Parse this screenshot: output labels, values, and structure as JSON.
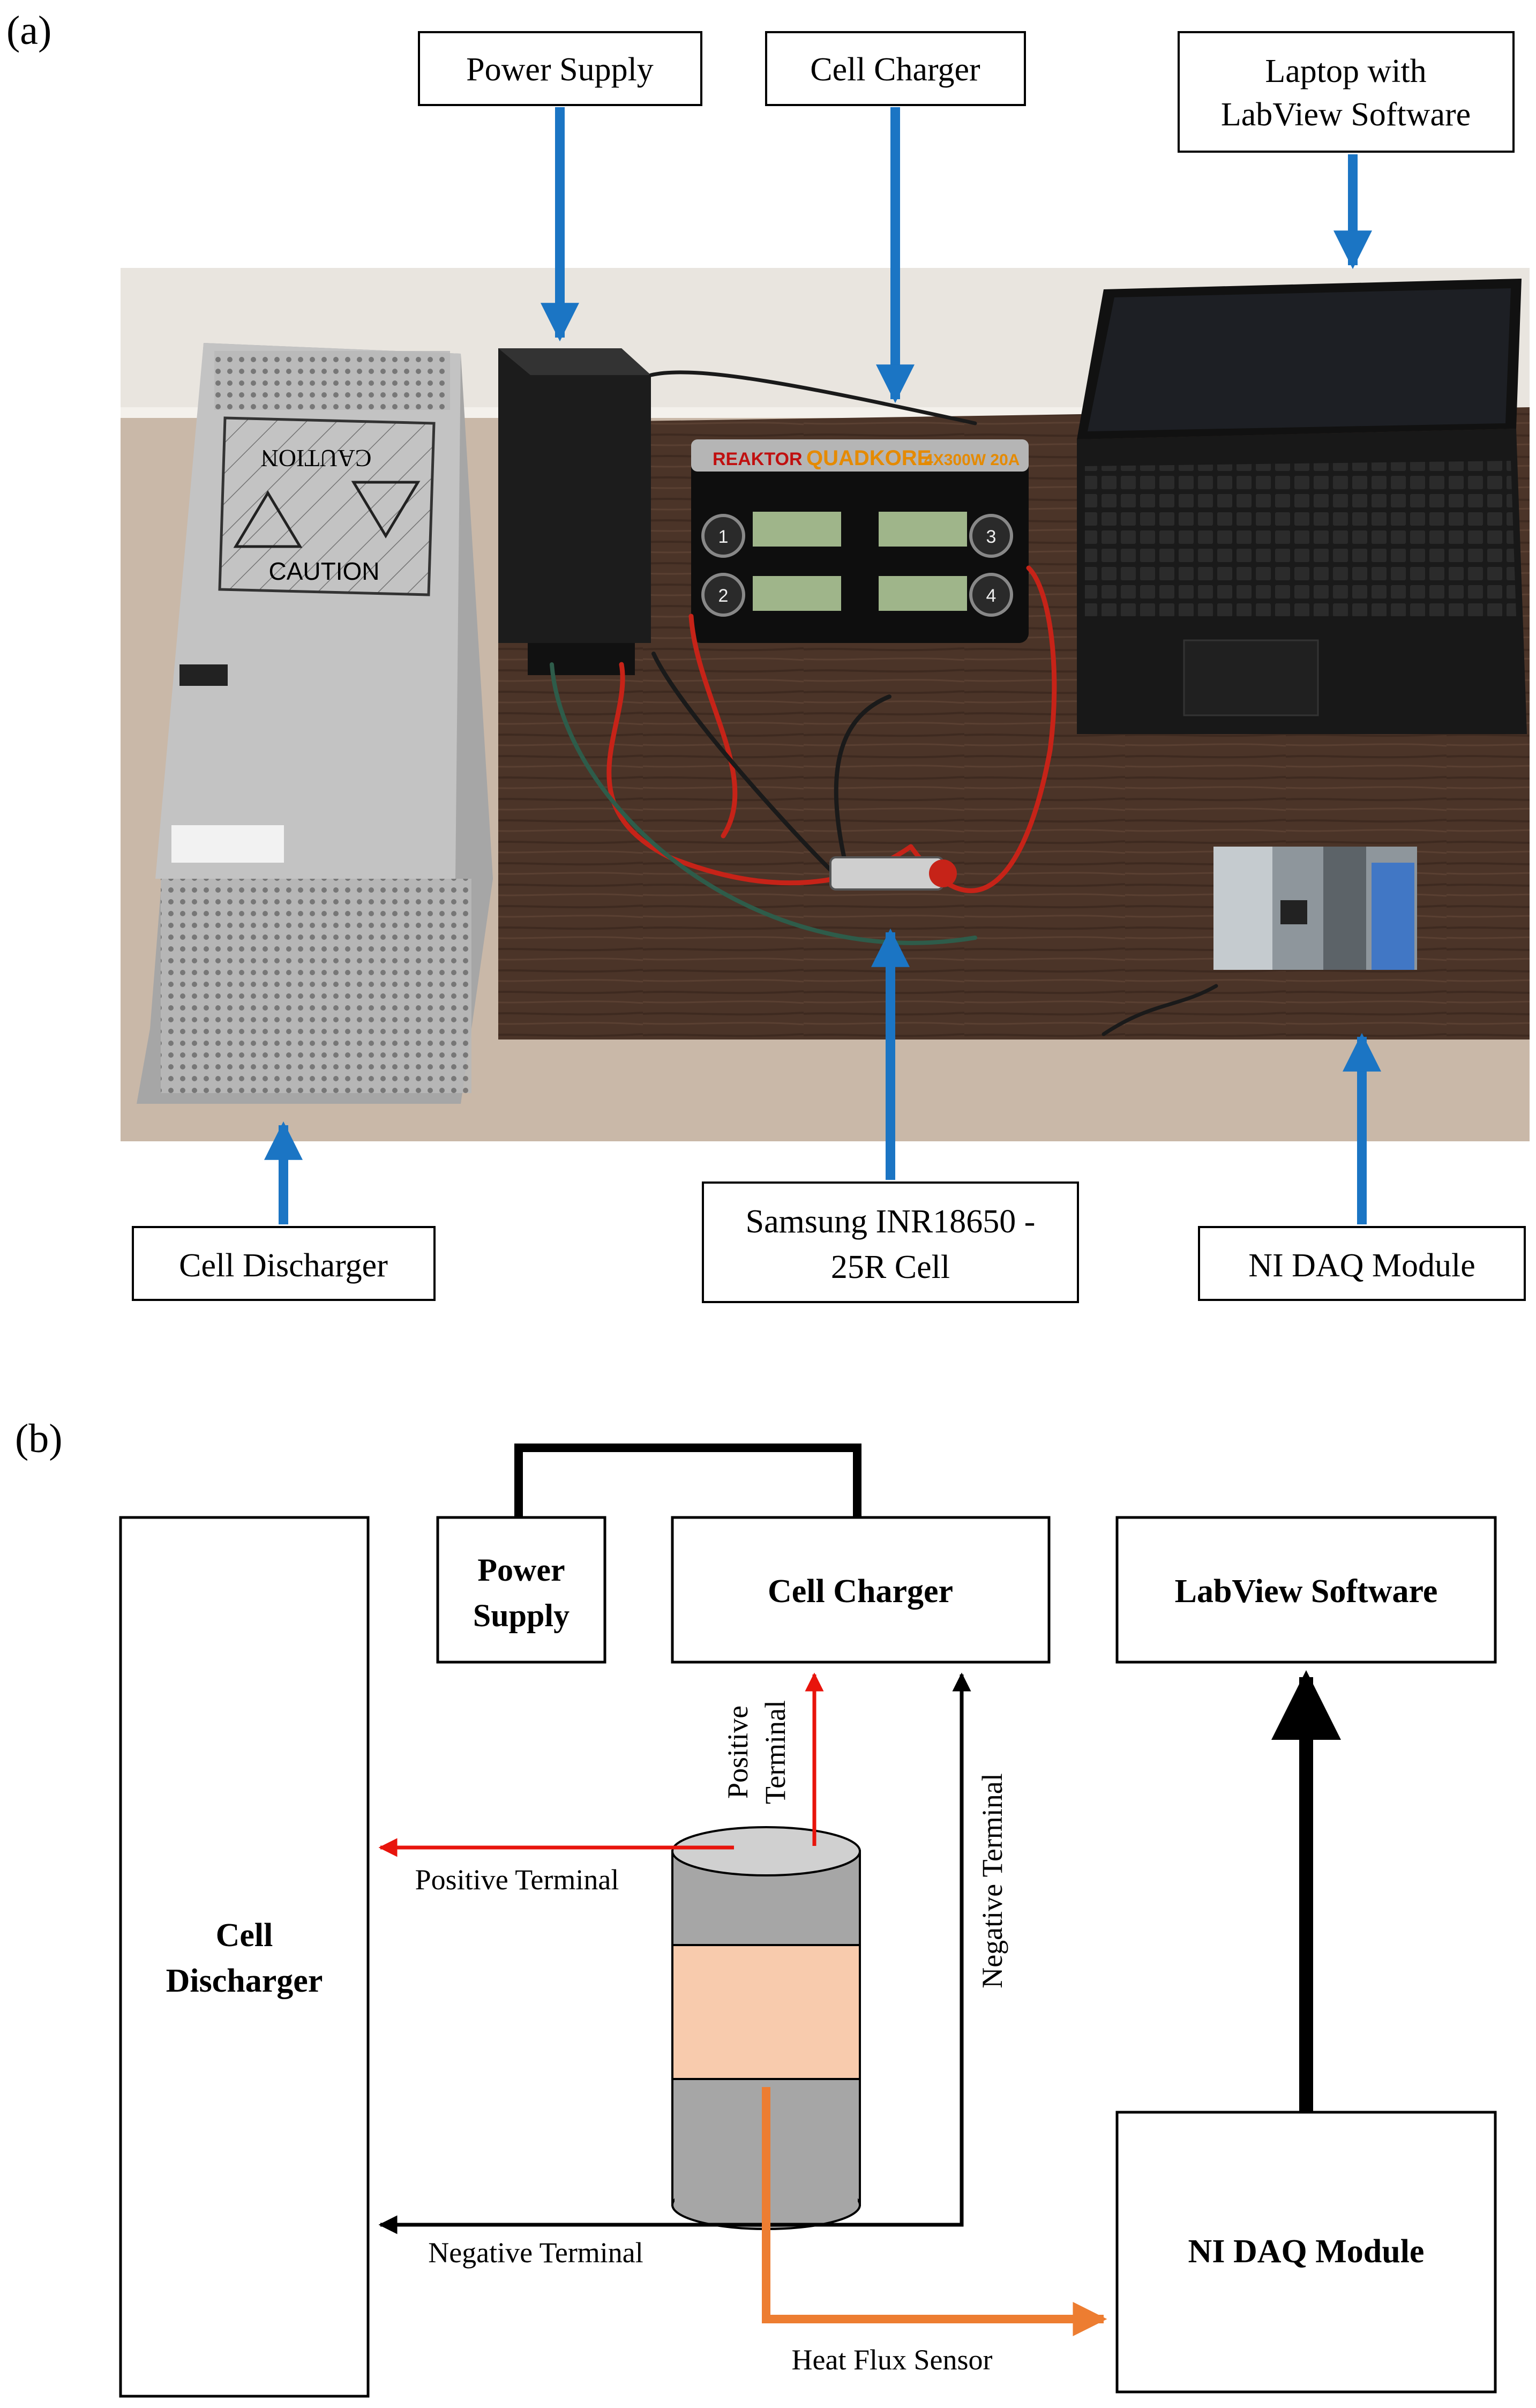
{
  "panel_a": {
    "letter": "(a)",
    "labels": {
      "power_supply": "Power Supply",
      "cell_charger": "Cell Charger",
      "laptop_line1": "Laptop with",
      "laptop_line2": "LabView Software",
      "cell_discharger": "Cell Discharger",
      "samsung_line1": "Samsung INR18650 -",
      "samsung_line2": "25R Cell",
      "ni_daq": "NI DAQ Module"
    },
    "photo_text": {
      "caution_top": "CAUTION",
      "caution_bottom": "CAUTION",
      "charger_brand_1": "REAKTOR",
      "charger_brand_2": "QUADKORE",
      "charger_brand_3": "4X300W 20A",
      "channel_1": "1",
      "channel_2": "2",
      "channel_3": "3",
      "channel_4": "4"
    },
    "colors": {
      "arrow": "#1b75c4"
    }
  },
  "panel_b": {
    "letter": "(b)",
    "boxes": {
      "power_supply_line1": "Power",
      "power_supply_line2": "Supply",
      "cell_charger": "Cell Charger",
      "labview": "LabView Software",
      "cell_discharger_line1": "Cell",
      "cell_discharger_line2": "Discharger",
      "ni_daq": "NI DAQ Module"
    },
    "connections": {
      "positive_terminal_discharger": "Positive Terminal",
      "positive_terminal_charger_line1": "Positive",
      "positive_terminal_charger_line2": "Terminal",
      "negative_terminal_charger": "Negative Terminal",
      "negative_terminal_discharger": "Negative Terminal",
      "heat_flux_sensor": "Heat Flux Sensor"
    },
    "colors": {
      "positive": "#e8140c",
      "negative": "#000000",
      "heat_flux": "#ed7d31",
      "cell_body": "#a6a6a6",
      "cell_band": "#f8cbad",
      "cell_top": "#d0d0d0"
    }
  }
}
